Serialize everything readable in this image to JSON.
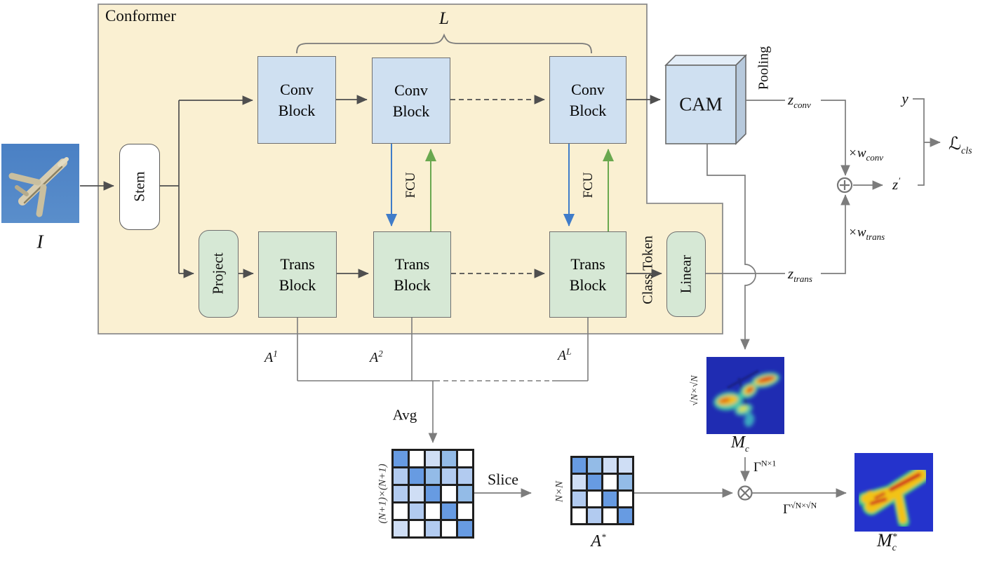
{
  "conformer": {
    "title": "Conformer",
    "loop_label": "L"
  },
  "blocks": {
    "stem": "Stem",
    "project": "Project",
    "conv_block": "Conv Block",
    "trans_block": "Trans Block",
    "fcu": "FCU",
    "class_token": "Class Token",
    "linear": "Linear",
    "cam": "CAM",
    "pooling": "Pooling"
  },
  "input": {
    "label": "I"
  },
  "flow": {
    "z_conv": {
      "main": "z",
      "sub": "conv"
    },
    "w_conv": {
      "main": "×w",
      "sub": "conv"
    },
    "z_trans": {
      "main": "z",
      "sub": "trans"
    },
    "w_trans": {
      "main": "×w",
      "sub": "trans"
    },
    "y": "y",
    "z_prime": {
      "main": "z",
      "sup": "′"
    },
    "loss": {
      "main": "ℒ",
      "sub": "cls"
    },
    "plus_icon": "⊕",
    "times_icon": "⊗"
  },
  "attention": {
    "a1": {
      "main": "A",
      "sup": "1"
    },
    "a2": {
      "main": "A",
      "sup": "2"
    },
    "aL": {
      "main": "A",
      "sup": "L"
    },
    "avg": "Avg",
    "slice": "Slice",
    "a_star": {
      "main": "A",
      "sup": "*"
    },
    "matrix_np1": {
      "label": "(N+1)×(N+1)",
      "cells": [
        [
          "b",
          "w",
          "p",
          "m",
          "w"
        ],
        [
          "l",
          "b",
          "m",
          "l",
          "l"
        ],
        [
          "l",
          "p",
          "b",
          "w",
          "m"
        ],
        [
          "w",
          "l",
          "w",
          "b",
          "w"
        ],
        [
          "p",
          "w",
          "l",
          "w",
          "b"
        ]
      ]
    },
    "matrix_n": {
      "label": "N×N",
      "cells": [
        [
          "b",
          "m",
          "p",
          "p"
        ],
        [
          "p",
          "b",
          "w",
          "m"
        ],
        [
          "l",
          "w",
          "b",
          "w"
        ],
        [
          "w",
          "l",
          "w",
          "b"
        ]
      ]
    }
  },
  "cam_maps": {
    "m_c": {
      "main": "M",
      "sub": "c"
    },
    "m_c_star": {
      "main": "M",
      "sup": "*",
      "sub": "c"
    },
    "gamma_n1": {
      "main": "Γ",
      "sup": "N×1"
    },
    "gamma_sqrt": {
      "main": "Γ",
      "sup": "√N×√N"
    },
    "mc_size_label": "√N×√N"
  },
  "palette": {
    "b": "#679be2",
    "m": "#93bbe7",
    "l": "#b2cbf0",
    "p": "#cfdef5",
    "w": "#ffffff"
  },
  "colors": {
    "conformer_fill": "#faf0d2",
    "conformer_stroke": "#8c8c8c",
    "conv_fill": "#cfe0f1",
    "trans_fill": "#d6e8d5",
    "arrow_dark": "#4f4f4f",
    "arrow_light": "#828282",
    "fcu_down": "#3f7cc9",
    "fcu_up": "#69a84f",
    "heatmap_bg": "#2130b8",
    "sky": "#4c83c3"
  }
}
